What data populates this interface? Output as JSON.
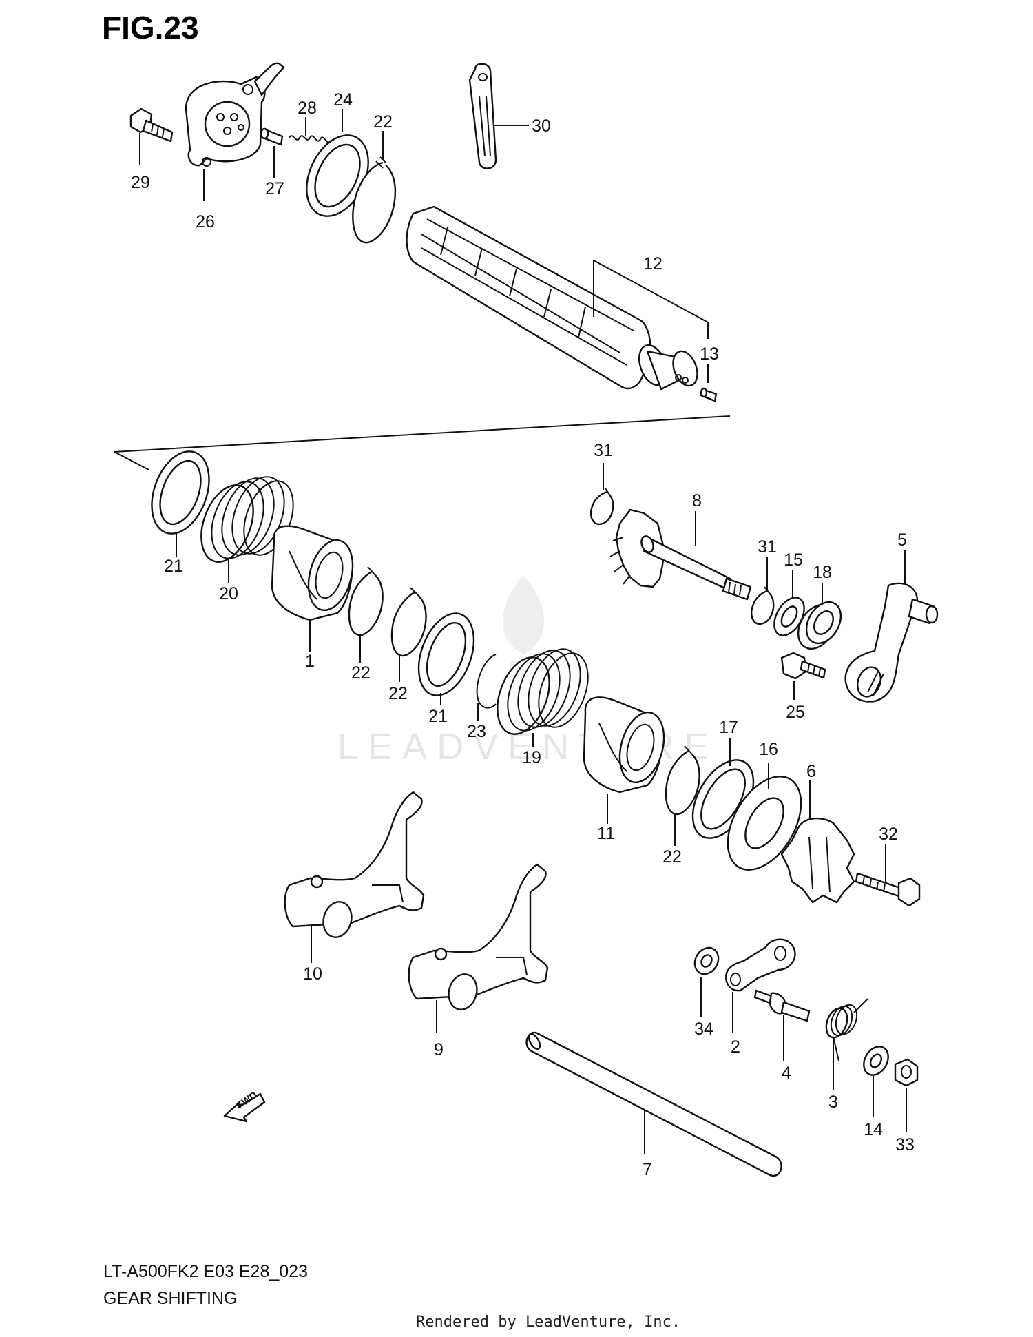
{
  "figure": {
    "title": "FIG.23",
    "model_code": "LT-A500FK2 E03 E28_023",
    "section_name": "GEAR SHIFTING",
    "rendered_by": "Rendered by LeadVenture, Inc.",
    "watermark": "LEADVENTURE",
    "fwd_label": "FWD"
  },
  "callouts": [
    {
      "id": "c29",
      "number": "29"
    },
    {
      "id": "c26",
      "number": "26"
    },
    {
      "id": "c27",
      "number": "27"
    },
    {
      "id": "c28",
      "number": "28"
    },
    {
      "id": "c24",
      "number": "24"
    },
    {
      "id": "c22a",
      "number": "22"
    },
    {
      "id": "c30",
      "number": "30"
    },
    {
      "id": "c12",
      "number": "12"
    },
    {
      "id": "c13",
      "number": "13"
    },
    {
      "id": "c21a",
      "number": "21"
    },
    {
      "id": "c20",
      "number": "20"
    },
    {
      "id": "c1",
      "number": "1"
    },
    {
      "id": "c22b",
      "number": "22"
    },
    {
      "id": "c22c",
      "number": "22"
    },
    {
      "id": "c21b",
      "number": "21"
    },
    {
      "id": "c23",
      "number": "23"
    },
    {
      "id": "c19",
      "number": "19"
    },
    {
      "id": "c31a",
      "number": "31"
    },
    {
      "id": "c8",
      "number": "8"
    },
    {
      "id": "c31b",
      "number": "31"
    },
    {
      "id": "c15",
      "number": "15"
    },
    {
      "id": "c18",
      "number": "18"
    },
    {
      "id": "c5",
      "number": "5"
    },
    {
      "id": "c25",
      "number": "25"
    },
    {
      "id": "c11",
      "number": "11"
    },
    {
      "id": "c22d",
      "number": "22"
    },
    {
      "id": "c17",
      "number": "17"
    },
    {
      "id": "c16",
      "number": "16"
    },
    {
      "id": "c6",
      "number": "6"
    },
    {
      "id": "c32",
      "number": "32"
    },
    {
      "id": "c10",
      "number": "10"
    },
    {
      "id": "c9",
      "number": "9"
    },
    {
      "id": "c34",
      "number": "34"
    },
    {
      "id": "c2",
      "number": "2"
    },
    {
      "id": "c4",
      "number": "4"
    },
    {
      "id": "c3",
      "number": "3"
    },
    {
      "id": "c14",
      "number": "14"
    },
    {
      "id": "c33",
      "number": "33"
    },
    {
      "id": "c7",
      "number": "7"
    }
  ]
}
